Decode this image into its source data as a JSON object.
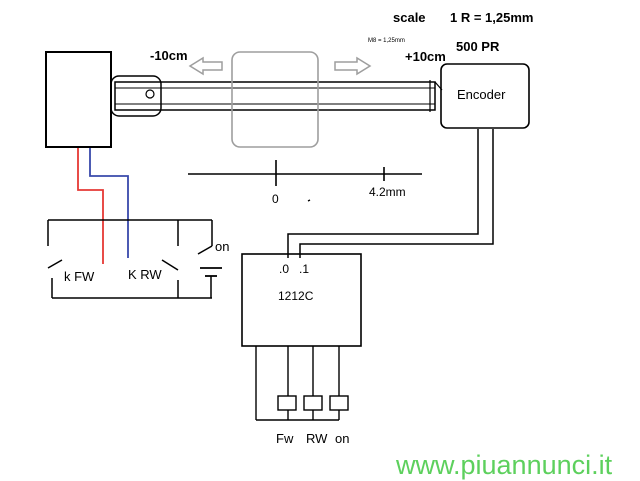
{
  "diagram": {
    "header": {
      "scale_label": "scale",
      "ratio": "1 R = 1,25mm",
      "m8_note": "M8 = 1,25mm",
      "pr": "500 PR"
    },
    "motion": {
      "left_limit": "-10cm",
      "right_limit": "+10cm"
    },
    "encoder_label": "Encoder",
    "ruler": {
      "zero": "0",
      "mark": "4.2mm"
    },
    "switches": {
      "fw": "k FW",
      "rw": "K RW",
      "on": "on"
    },
    "plc": {
      "model": "1212C",
      "input0": ".0",
      "input1": ".1"
    },
    "outputs": [
      "Fw",
      "RW",
      "on"
    ],
    "wire_colors": {
      "red": "#e53935",
      "blue": "#3949ab",
      "gray": "#9e9e9e"
    },
    "watermark": "www.piuannunci.it"
  }
}
